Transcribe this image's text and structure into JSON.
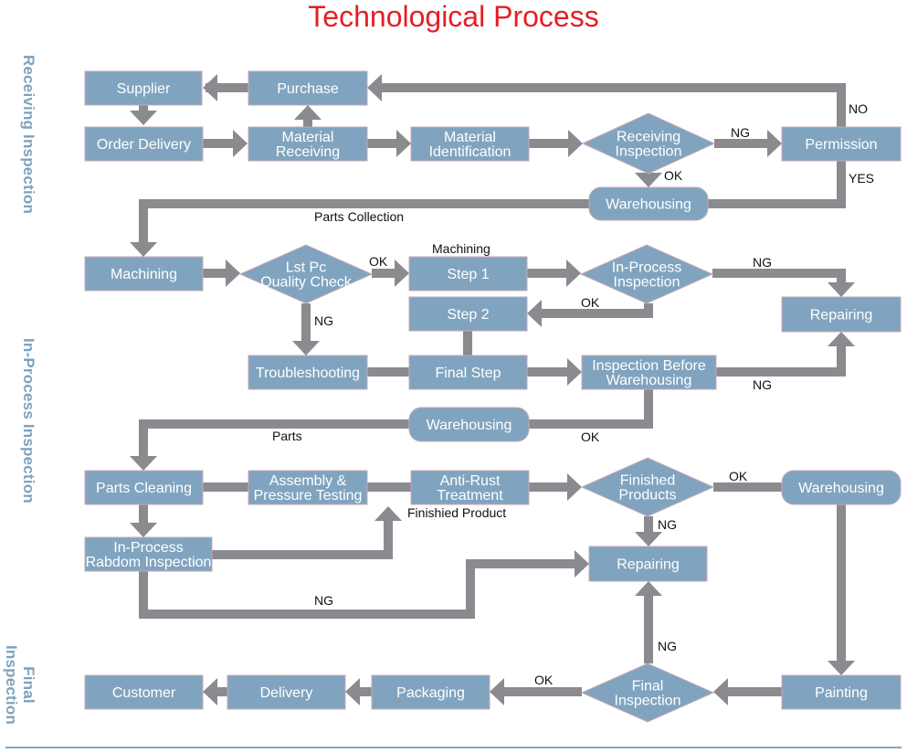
{
  "title": "Technological Process",
  "colors": {
    "title": "#e41e26",
    "node_fill": "#80a4bf",
    "connector": "#8a8a8f",
    "section_label": "#7ea2bd"
  },
  "sections": [
    {
      "id": "receiving",
      "label": "Receiving Inspection"
    },
    {
      "id": "inprocess",
      "label": "In-Process Inspection"
    },
    {
      "id": "final",
      "lines": [
        "Final",
        "Inspection"
      ]
    }
  ],
  "nodes": {
    "supplier": {
      "shape": "rect",
      "lines": [
        "Supplier"
      ]
    },
    "purchase": {
      "shape": "rect",
      "lines": [
        "Purchase"
      ]
    },
    "order_delivery": {
      "shape": "rect",
      "lines": [
        "Order Delivery"
      ]
    },
    "material_receiving": {
      "shape": "rect",
      "lines": [
        "Material",
        "Receiving"
      ]
    },
    "material_identification": {
      "shape": "rect",
      "lines": [
        "Material",
        "Identification"
      ]
    },
    "receiving_inspection": {
      "shape": "diamond",
      "lines": [
        "Receiving",
        "Inspection"
      ]
    },
    "permission": {
      "shape": "rect",
      "lines": [
        "Permission"
      ]
    },
    "warehousing_1": {
      "shape": "rounded",
      "lines": [
        "Warehousing"
      ]
    },
    "machining": {
      "shape": "rect",
      "lines": [
        "Machining"
      ]
    },
    "first_pc_check": {
      "shape": "diamond",
      "lines": [
        "Lst Pc",
        "Quality Check"
      ]
    },
    "step_1": {
      "shape": "rect",
      "lines": [
        "Step 1"
      ]
    },
    "step_2": {
      "shape": "rect",
      "lines": [
        "Step 2"
      ]
    },
    "in_process_inspection": {
      "shape": "diamond",
      "lines": [
        "In-Process",
        "Inspection"
      ]
    },
    "repairing_1": {
      "shape": "rect",
      "lines": [
        "Repairing"
      ]
    },
    "troubleshooting": {
      "shape": "rect",
      "lines": [
        "Troubleshooting"
      ]
    },
    "final_step": {
      "shape": "rect",
      "lines": [
        "Final Step"
      ]
    },
    "inspection_before_warehousing": {
      "shape": "rect",
      "lines": [
        "Inspection Before",
        "Warehousing"
      ]
    },
    "warehousing_2": {
      "shape": "rounded",
      "lines": [
        "Warehousing"
      ]
    },
    "parts_cleaning": {
      "shape": "rect",
      "lines": [
        "Parts Cleaning"
      ]
    },
    "assembly": {
      "shape": "rect",
      "lines": [
        "Assembly &",
        "Pressure Testing"
      ]
    },
    "anti_rust": {
      "shape": "rect",
      "lines": [
        "Anti-Rust",
        "Treatment"
      ]
    },
    "finished_products": {
      "shape": "diamond",
      "lines": [
        "Finished",
        "Products"
      ]
    },
    "warehousing_3": {
      "shape": "rounded",
      "lines": [
        "Warehousing"
      ]
    },
    "random_inspection": {
      "shape": "rect",
      "lines": [
        "In-Process",
        "Rabdom Inspection"
      ]
    },
    "repairing_2": {
      "shape": "rect",
      "lines": [
        "Repairing"
      ]
    },
    "customer": {
      "shape": "rect",
      "lines": [
        "Customer"
      ]
    },
    "delivery": {
      "shape": "rect",
      "lines": [
        "Delivery"
      ]
    },
    "packaging": {
      "shape": "rect",
      "lines": [
        "Packaging"
      ]
    },
    "final_inspection": {
      "shape": "diamond",
      "lines": [
        "Final",
        "Inspection"
      ]
    },
    "painting": {
      "shape": "rect",
      "lines": [
        "Painting"
      ]
    }
  },
  "edge_labels": {
    "no": "NO",
    "ng_permission": "NG",
    "ok_warehousing": "OK",
    "yes": "YES",
    "parts_collection": "Parts Collection",
    "machining_group": "Machining",
    "ok_step1": "OK",
    "ng_troubleshooting": "NG",
    "ng_repair_1": "NG",
    "ok_step2": "OK",
    "ng_repair_2": "NG",
    "parts": "Parts",
    "ok_warehousing_2": "OK",
    "finished_product": "Finishied Product",
    "ok_warehousing_3": "OK",
    "ng_repair_3": "NG",
    "ng_random": "NG",
    "ng_final": "NG",
    "ok_packaging": "OK"
  },
  "edges": [
    [
      "purchase",
      "supplier"
    ],
    [
      "supplier",
      "order_delivery"
    ],
    [
      "order_delivery",
      "material_receiving"
    ],
    [
      "material_receiving",
      "purchase"
    ],
    [
      "material_receiving",
      "material_identification"
    ],
    [
      "material_identification",
      "receiving_inspection"
    ],
    [
      "receiving_inspection",
      "permission",
      "NG"
    ],
    [
      "permission",
      "purchase",
      "NO"
    ],
    [
      "receiving_inspection",
      "warehousing_1",
      "OK"
    ],
    [
      "permission",
      "warehousing_1",
      "YES"
    ],
    [
      "warehousing_1",
      "machining",
      "Parts Collection"
    ],
    [
      "machining",
      "first_pc_check"
    ],
    [
      "first_pc_check",
      "step_1",
      "OK"
    ],
    [
      "first_pc_check",
      "troubleshooting",
      "NG"
    ],
    [
      "step_1",
      "in_process_inspection"
    ],
    [
      "in_process_inspection",
      "repairing_1",
      "NG"
    ],
    [
      "in_process_inspection",
      "step_2",
      "OK"
    ],
    [
      "step_2",
      "final_step"
    ],
    [
      "troubleshooting",
      "final_step"
    ],
    [
      "final_step",
      "inspection_before_warehousing"
    ],
    [
      "inspection_before_warehousing",
      "repairing_1",
      "NG"
    ],
    [
      "inspection_before_warehousing",
      "warehousing_2",
      "OK"
    ],
    [
      "warehousing_2",
      "parts_cleaning",
      "Parts"
    ],
    [
      "parts_cleaning",
      "assembly"
    ],
    [
      "assembly",
      "anti_rust"
    ],
    [
      "parts_cleaning",
      "random_inspection"
    ],
    [
      "random_inspection",
      "anti_rust"
    ],
    [
      "random_inspection",
      "repairing_2",
      "NG"
    ],
    [
      "anti_rust",
      "finished_products"
    ],
    [
      "finished_products",
      "warehousing_3",
      "OK"
    ],
    [
      "finished_products",
      "repairing_2",
      "NG"
    ],
    [
      "warehousing_3",
      "painting"
    ],
    [
      "painting",
      "final_inspection"
    ],
    [
      "final_inspection",
      "repairing_2",
      "NG"
    ],
    [
      "final_inspection",
      "packaging",
      "OK"
    ],
    [
      "packaging",
      "delivery"
    ],
    [
      "delivery",
      "customer"
    ]
  ]
}
